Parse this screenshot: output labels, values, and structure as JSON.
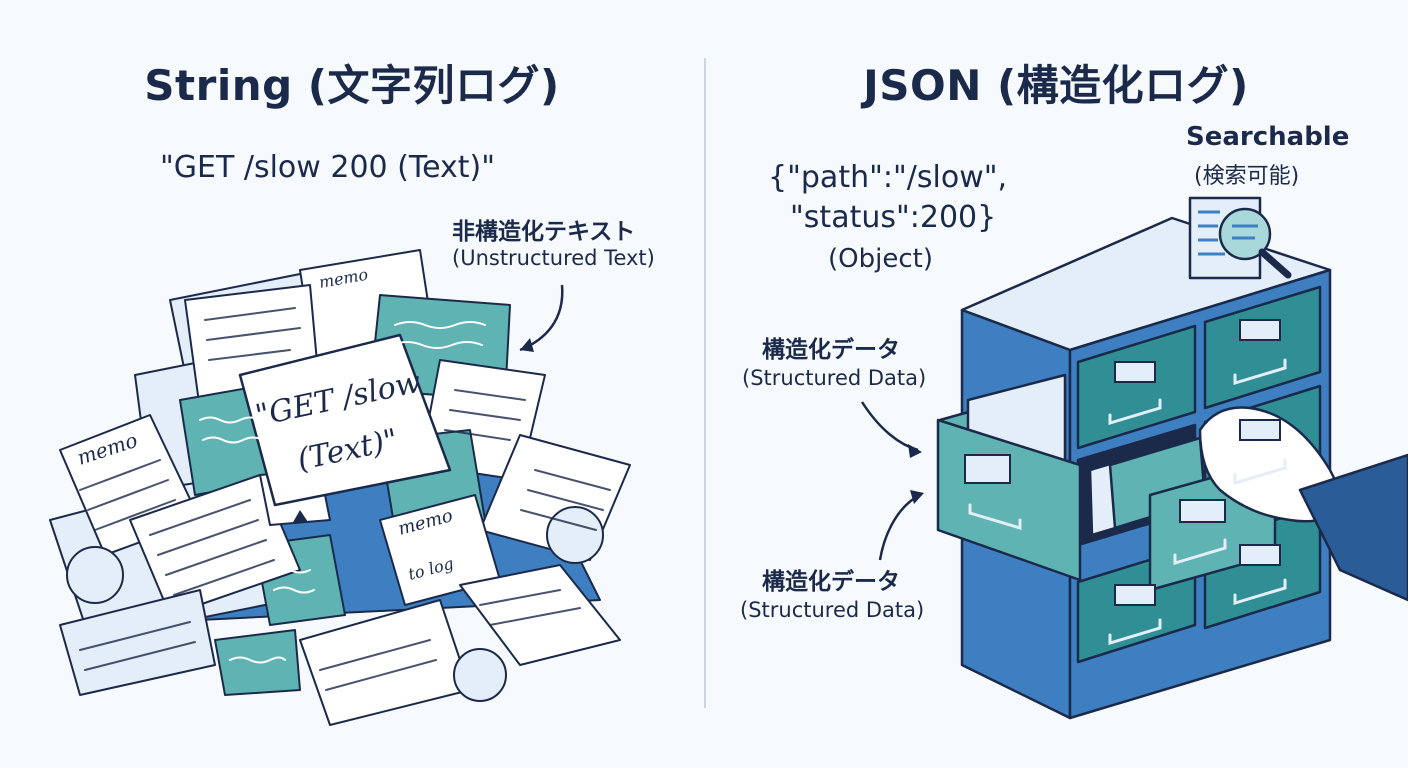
{
  "left": {
    "title": "String (文字列ログ)",
    "log_line": "\"GET /slow 200 (Text)\"",
    "callout_jp": "非構造化テキスト",
    "callout_en": "(Unstructured Text)",
    "paper_text_line1": "\"GET /slow",
    "paper_text_line2": "(Text)\"",
    "memo_1": "memo",
    "memo_2": "memo",
    "memo_3": "memo",
    "memo_3_line2": "to log"
  },
  "right": {
    "title": "JSON (構造化ログ)",
    "json_line1": "{\"path\":\"/slow\",",
    "json_line2": "\"status\":200}",
    "json_type": "(Object)",
    "searchable_en": "Searchable",
    "searchable_jp": "(検索可能)",
    "structured_1_jp": "構造化データ",
    "structured_1_en": "(Structured Data)",
    "structured_2_jp": "構造化データ",
    "structured_2_en": "(Structured Data)"
  },
  "colors": {
    "navy": "#1b2a4a",
    "teal": "#5fb3b3",
    "teal_dark": "#2f8f95",
    "blue": "#3d7fc1",
    "blue_dark": "#2a5d97",
    "paper": "#ffffff",
    "paper_blue": "#e3eef8"
  }
}
